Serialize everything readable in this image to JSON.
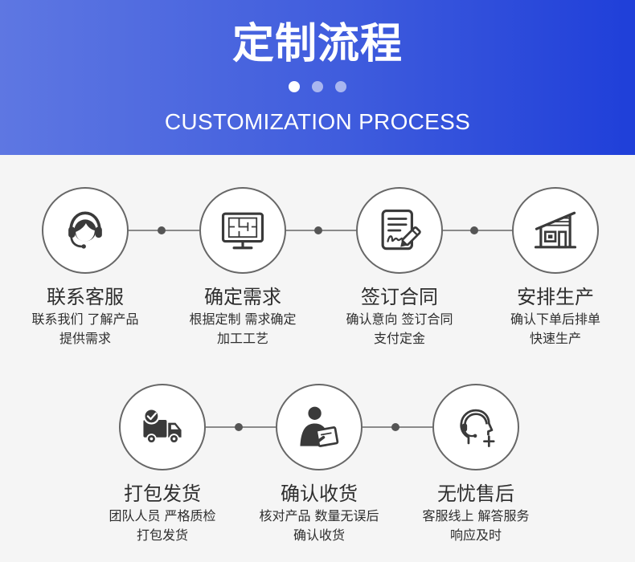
{
  "header": {
    "title": "定制流程",
    "subtitle": "CUSTOMIZATION PROCESS",
    "pager": {
      "count": 3,
      "active_index": 0
    }
  },
  "colors": {
    "header_gradient_start": "#5e77e2",
    "header_gradient_end": "#1f3fd9",
    "background": "#f5f5f5",
    "icon": "#3a3a3a",
    "circle_border": "#676767",
    "connector": "#8a8a8a",
    "text": "#2e2e2e"
  },
  "steps": [
    {
      "icon": "customer-service-headset-icon",
      "title": "联系客服",
      "lines": [
        "联系我们 了解产品",
        "提供需求"
      ]
    },
    {
      "icon": "monitor-blueprint-icon",
      "title": "确定需求",
      "lines": [
        "根据定制 需求确定",
        "加工工艺"
      ]
    },
    {
      "icon": "contract-signature-icon",
      "title": "签订合同",
      "lines": [
        "确认意向 签订合同",
        "支付定金"
      ]
    },
    {
      "icon": "factory-building-icon",
      "title": "安排生产",
      "lines": [
        "确认下单后排单",
        "快速生产"
      ]
    },
    {
      "icon": "delivery-truck-check-icon",
      "title": "打包发货",
      "lines": [
        "团队人员 严格质检",
        "打包发货"
      ]
    },
    {
      "icon": "person-clipboard-icon",
      "title": "确认收货",
      "lines": [
        "核对产品 数量无误后",
        "确认收货"
      ]
    },
    {
      "icon": "after-sales-support-icon",
      "title": "无忧售后",
      "lines": [
        "客服线上 解答服务",
        "响应及时"
      ]
    }
  ]
}
